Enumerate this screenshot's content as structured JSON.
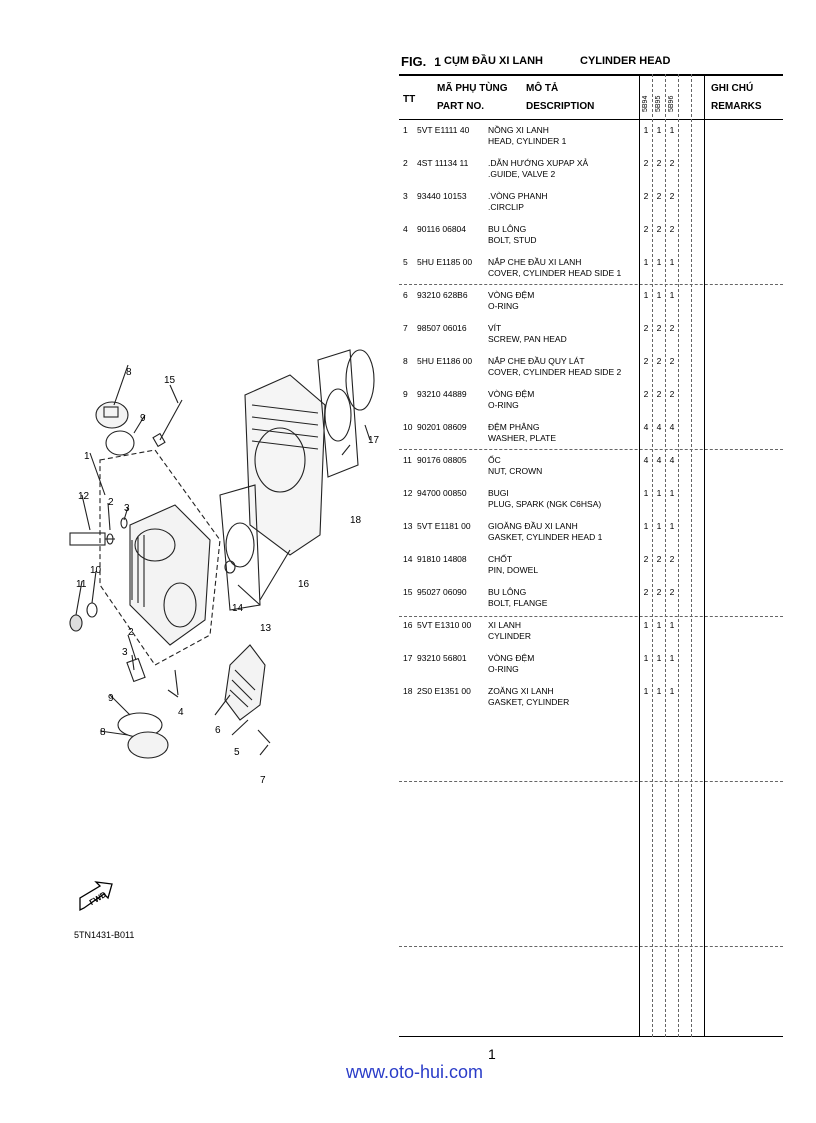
{
  "header": {
    "fig_label": "FIG.",
    "fig_number": "1",
    "title_vi": "CỤM ĐẦU XI LANH",
    "title_en": "CYLINDER HEAD"
  },
  "columns": {
    "tt": "TT",
    "part_no_vi": "MÃ PHỤ TÙNG",
    "part_no_en": "PART NO.",
    "desc_vi": "MÔ TẢ",
    "desc_en": "DESCRIPTION",
    "models": [
      "5B94",
      "5B95",
      "5B96"
    ],
    "remarks_vi": "GHI CHÚ",
    "remarks_en": "REMARKS"
  },
  "parts": [
    {
      "tt": "1",
      "part_no": "5VT  E1111  40",
      "vi": "NỒNG XI LANH",
      "en": "HEAD, CYLINDER 1",
      "q": [
        "1",
        "1",
        "1"
      ]
    },
    {
      "tt": "2",
      "part_no": "4ST  11134  11",
      "vi": ".DẪN HƯỚNG XUPAP XẢ",
      "en": ".GUIDE, VALVE 2",
      "q": [
        "2",
        "2",
        "2"
      ]
    },
    {
      "tt": "3",
      "part_no": "93440  10153",
      "vi": ".VÒNG PHANH",
      "en": ".CIRCLIP",
      "q": [
        "2",
        "2",
        "2"
      ]
    },
    {
      "tt": "4",
      "part_no": "90116  06804",
      "vi": "BU LÔNG",
      "en": "BOLT, STUD",
      "q": [
        "2",
        "2",
        "2"
      ]
    },
    {
      "tt": "5",
      "part_no": "5HU  E1185  00",
      "vi": "NẮP CHE ĐẦU XI LANH",
      "en": "COVER, CYLINDER HEAD SIDE 1",
      "q": [
        "1",
        "1",
        "1"
      ]
    },
    {
      "tt": "6",
      "part_no": "93210  628B6",
      "vi": "VÒNG ĐỆM",
      "en": "O-RING",
      "q": [
        "1",
        "1",
        "1"
      ]
    },
    {
      "tt": "7",
      "part_no": "98507  06016",
      "vi": "VÍT",
      "en": "SCREW, PAN HEAD",
      "q": [
        "2",
        "2",
        "2"
      ]
    },
    {
      "tt": "8",
      "part_no": "5HU  E1186  00",
      "vi": "NẮP CHE ĐẦU QUY LÁT",
      "en": "COVER, CYLINDER HEAD SIDE 2",
      "q": [
        "2",
        "2",
        "2"
      ]
    },
    {
      "tt": "9",
      "part_no": "93210  44889",
      "vi": "VÒNG ĐỆM",
      "en": "O-RING",
      "q": [
        "2",
        "2",
        "2"
      ]
    },
    {
      "tt": "10",
      "part_no": "90201  08609",
      "vi": "ĐỆM PHẲNG",
      "en": "WASHER, PLATE",
      "q": [
        "4",
        "4",
        "4"
      ]
    },
    {
      "tt": "11",
      "part_no": "90176  08805",
      "vi": "ỐC",
      "en": "NUT, CROWN",
      "q": [
        "4",
        "4",
        "4"
      ]
    },
    {
      "tt": "12",
      "part_no": "94700  00850",
      "vi": "BUGI",
      "en": "PLUG, SPARK (NGK C6HSA)",
      "q": [
        "1",
        "1",
        "1"
      ]
    },
    {
      "tt": "13",
      "part_no": "5VT  E1181  00",
      "vi": "GIOĂNG ĐẦU XI LANH",
      "en": "GASKET, CYLINDER HEAD 1",
      "q": [
        "1",
        "1",
        "1"
      ]
    },
    {
      "tt": "14",
      "part_no": "91810  14808",
      "vi": "CHỐT",
      "en": "PIN, DOWEL",
      "q": [
        "2",
        "2",
        "2"
      ]
    },
    {
      "tt": "15",
      "part_no": "95027  06090",
      "vi": "BU LÔNG",
      "en": "BOLT, FLANGE",
      "q": [
        "2",
        "2",
        "2"
      ]
    },
    {
      "tt": "16",
      "part_no": "5VT  E1310  00",
      "vi": "XI LANH",
      "en": "CYLINDER",
      "q": [
        "1",
        "1",
        "1"
      ]
    },
    {
      "tt": "17",
      "part_no": "93210  56801",
      "vi": "VÒNG ĐỆM",
      "en": "O-RING",
      "q": [
        "1",
        "1",
        "1"
      ]
    },
    {
      "tt": "18",
      "part_no": "2S0  E1351  00",
      "vi": "ZOĂNG XI LANH",
      "en": "GASKET, CYLINDER",
      "q": [
        "1",
        "1",
        "1"
      ]
    }
  ],
  "diagram": {
    "callouts": [
      "1",
      "2",
      "3",
      "4",
      "5",
      "6",
      "7",
      "8",
      "9",
      "10",
      "11",
      "12",
      "13",
      "14",
      "15",
      "16",
      "17",
      "18",
      "2",
      "3",
      "8",
      "9"
    ],
    "fwd_label": "FWD",
    "code": "5TN1431-B011"
  },
  "footer": {
    "link": "www.oto-hui.com",
    "page": "1"
  }
}
